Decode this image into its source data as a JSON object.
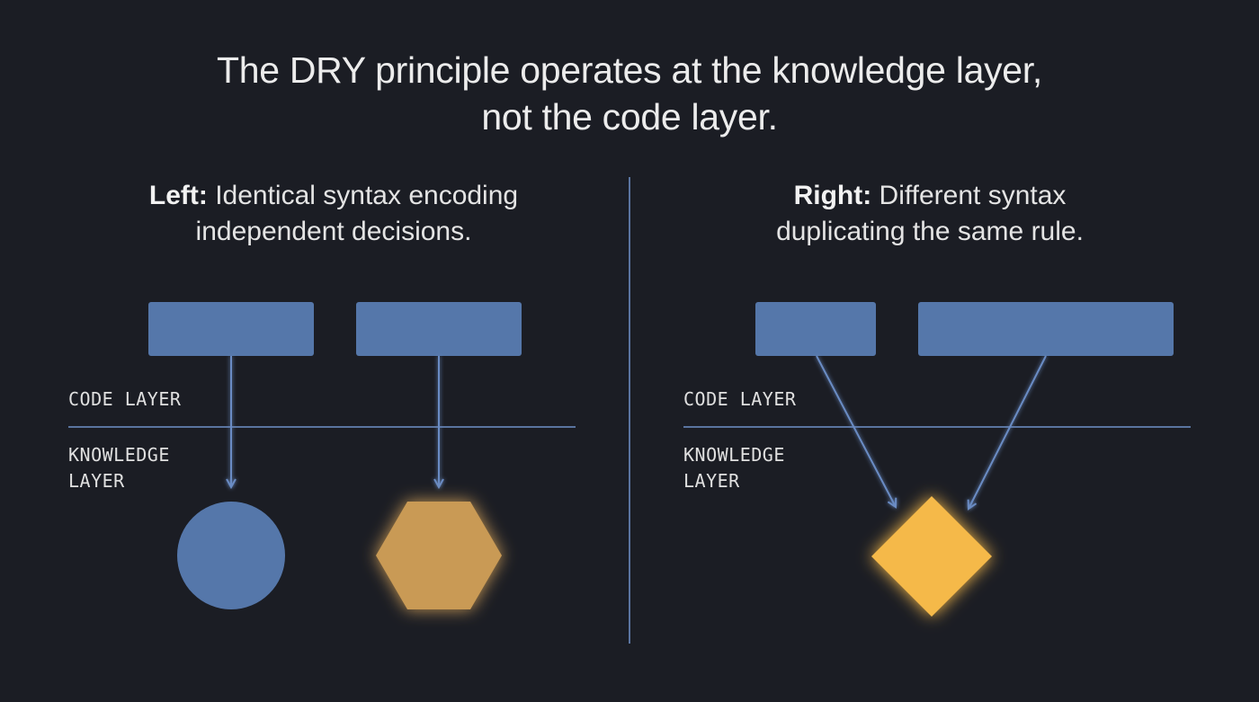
{
  "title": {
    "line1": "The DRY principle operates at the knowledge layer,",
    "line2": "not the code layer."
  },
  "left": {
    "heading_bold": "Left:",
    "heading_line1": " Identical syntax encoding",
    "heading_line2": "independent decisions.",
    "code_layer_label": "CODE LAYER",
    "knowledge_layer_label_line1": "KNOWLEDGE",
    "knowledge_layer_label_line2": "LAYER"
  },
  "right": {
    "heading_bold": "Right:",
    "heading_line1": " Different syntax",
    "heading_line2": "duplicating the same rule.",
    "code_layer_label": "CODE LAYER",
    "knowledge_layer_label_line1": "KNOWLEDGE",
    "knowledge_layer_label_line2": "LAYER"
  },
  "colors": {
    "background": "#1b1d24",
    "code_block": "#5577aa",
    "connector": "#6a8cc4",
    "knowledge_circle": "#5577aa",
    "knowledge_hexagon": "#c99a55",
    "knowledge_diamond": "#f5b94a",
    "divider": "#5a74a0"
  }
}
